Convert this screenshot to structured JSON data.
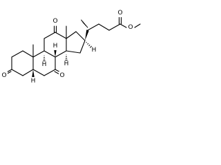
{
  "molecule": {
    "atoms": {
      "ketone_o3": "O",
      "ketone_o7": "O",
      "ketone_o12": "O",
      "h5": "H",
      "h8": "H",
      "h9": "H",
      "h14": "H",
      "h17": "H",
      "ester_o_carbonyl": "O",
      "ester_o_ether": "O"
    },
    "colors": {
      "bond": "#000000",
      "label": "#000000",
      "background": "#ffffff"
    }
  }
}
